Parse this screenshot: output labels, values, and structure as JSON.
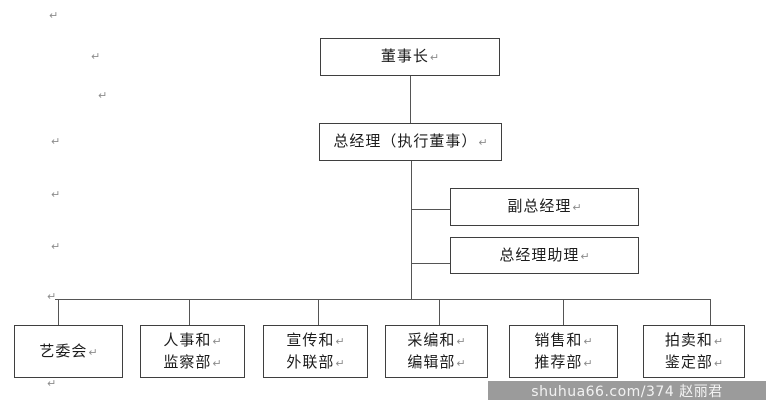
{
  "org_chart": {
    "chairman": {
      "label": "董事长"
    },
    "general_manager": {
      "label": "总经理（执行董事）"
    },
    "deputy_general_manager": {
      "label": "副总经理"
    },
    "gm_assistant": {
      "label": "总经理助理"
    },
    "departments": [
      {
        "line1": "艺委会"
      },
      {
        "line1": "人事和",
        "line2": "监察部"
      },
      {
        "line1": "宣传和",
        "line2": "外联部"
      },
      {
        "line1": "采编和",
        "line2": "编辑部"
      },
      {
        "line1": "销售和",
        "line2": "推荐部"
      },
      {
        "line1": "拍卖和",
        "line2": "鉴定部"
      }
    ]
  },
  "formatting_marks": {
    "paragraph_mark": "↵"
  },
  "watermark": {
    "text": "shuhua66.com/374 赵丽君",
    "background": "#9b9b9b",
    "text_color": "#f2f2f2"
  },
  "colors": {
    "page_background": "#ffffff",
    "box_border": "#3f3f3f",
    "box_background": "#ffffff",
    "connector_line": "#555555",
    "text": "#1c1c1c",
    "formatting_mark": "#8c8c8c"
  }
}
